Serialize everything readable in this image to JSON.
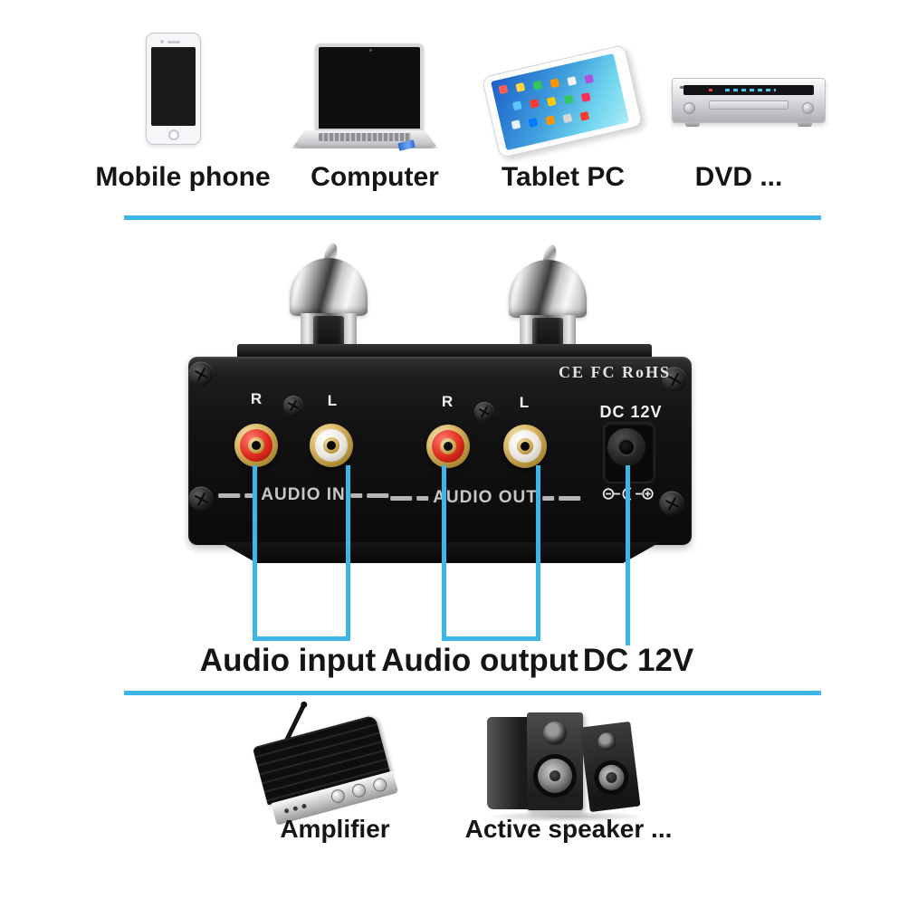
{
  "background_color": "#ffffff",
  "accent_color": "#3cb5e7",
  "top_devices": [
    {
      "name": "mobile-phone",
      "label": "Mobile phone"
    },
    {
      "name": "computer",
      "label": "Computer"
    },
    {
      "name": "tablet-pc",
      "label": "Tablet PC"
    },
    {
      "name": "dvd-player",
      "label": "DVD ..."
    }
  ],
  "preamp": {
    "certification_text": "CE FC RoHS",
    "jack_groups": [
      {
        "name": "audio-in",
        "caption": "AUDIO IN",
        "jacks": [
          {
            "label": "R",
            "color": "red"
          },
          {
            "label": "L",
            "color": "white"
          }
        ]
      },
      {
        "name": "audio-out",
        "caption": "AUDIO OUT",
        "jacks": [
          {
            "label": "R",
            "color": "red"
          },
          {
            "label": "L",
            "color": "white"
          }
        ]
      }
    ],
    "dc_input": {
      "label": "DC 12V",
      "polarity_icon": "center-positive-polarity-icon"
    }
  },
  "connections": [
    {
      "label": "Audio input"
    },
    {
      "label": "Audio output"
    },
    {
      "label": "DC 12V"
    }
  ],
  "bottom_devices": [
    {
      "name": "amplifier",
      "label": "Amplifier"
    },
    {
      "name": "active-speaker",
      "label": "Active speaker ..."
    }
  ]
}
